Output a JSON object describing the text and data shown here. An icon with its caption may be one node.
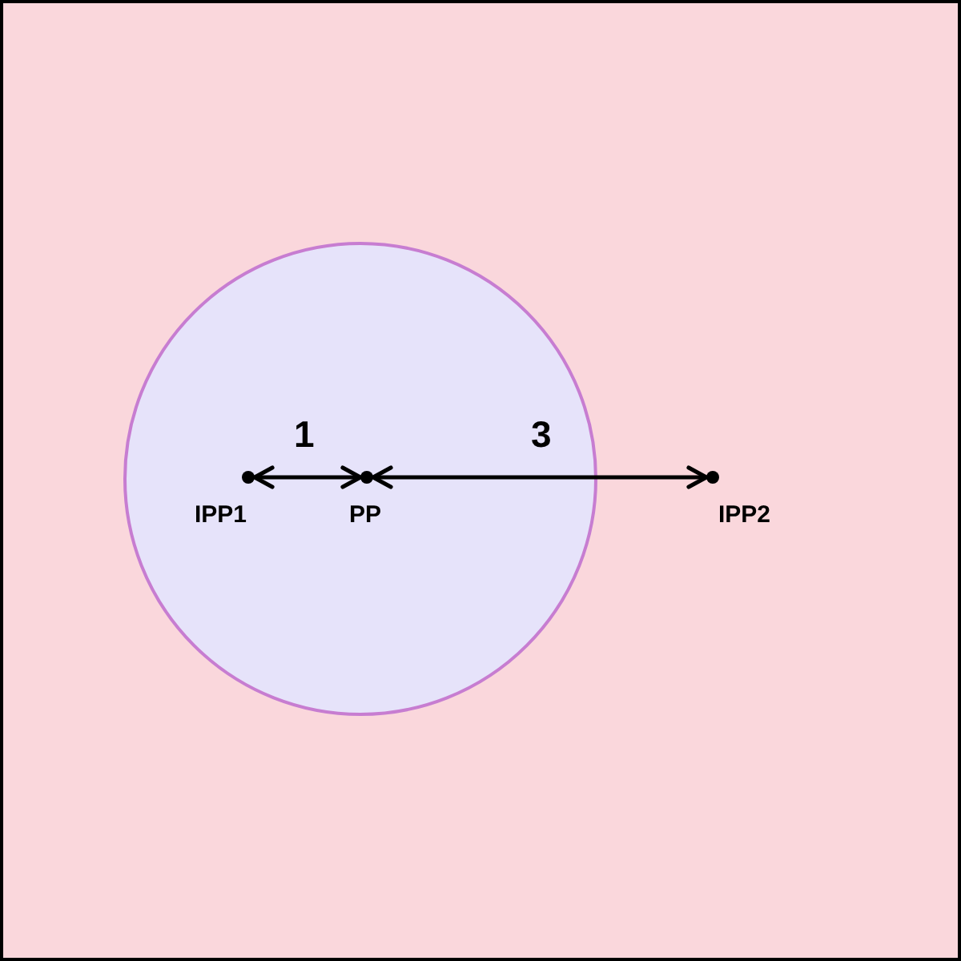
{
  "diagram": {
    "nodes": [
      {
        "text": [],
        "shape": "circle"
      },
      {
        "text": [],
        "shape": "circle",
        "in": 0,
        "beside": [
          "IPP1"
        ]
      },
      {
        "text": [],
        "shape": "circle",
        "in": 0,
        "beside": [
          "PP"
        ]
      },
      {
        "text": [],
        "shape": "circle",
        "beside": [
          "IPP2"
        ]
      }
    ],
    "edges": [
      {
        "from": 1,
        "to": 2,
        "arrow": "both",
        "label": "1"
      },
      {
        "from": 2,
        "to": 3,
        "arrow": "both",
        "label": "3"
      }
    ]
  }
}
